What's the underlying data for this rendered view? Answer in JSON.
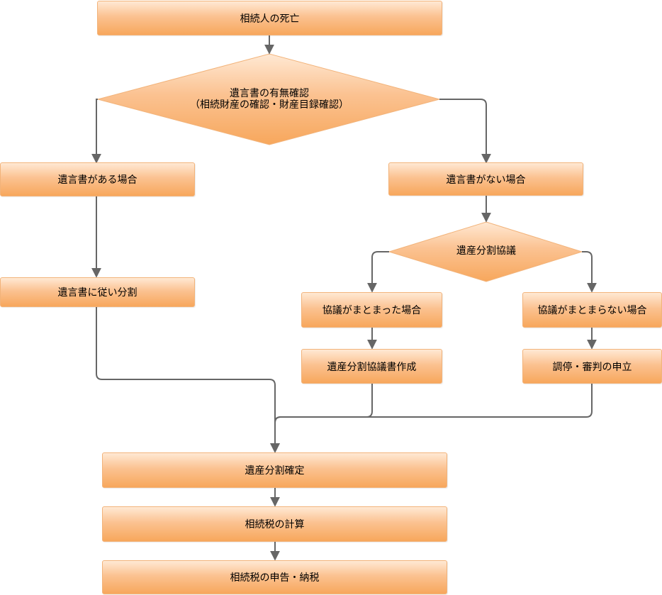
{
  "nodes": {
    "death": "相続人の死亡",
    "will_check_line1": "遺言書の有無確認",
    "will_check_line2": "（相続財産の確認・財産目録確認）",
    "will_exists": "遺言書がある場合",
    "no_will": "遺言書がない場合",
    "follow_will": "遺言書に従い分割",
    "division_negotiation": "遺産分割協議",
    "agreement_reached": "協議がまとまった場合",
    "agreement_not_reached": "協議がまとまらない場合",
    "create_agreement_doc": "遺産分割協議書作成",
    "mediation": "調停・審判の申立",
    "division_final": "遺産分割確定",
    "tax_calc": "相続税の計算",
    "tax_filing": "相続税の申告・納税"
  },
  "colors": {
    "node_top": "#ffe9d4",
    "node_bottom": "#f7a75c",
    "node_border": "#f2b37a",
    "connector": "#666666"
  }
}
